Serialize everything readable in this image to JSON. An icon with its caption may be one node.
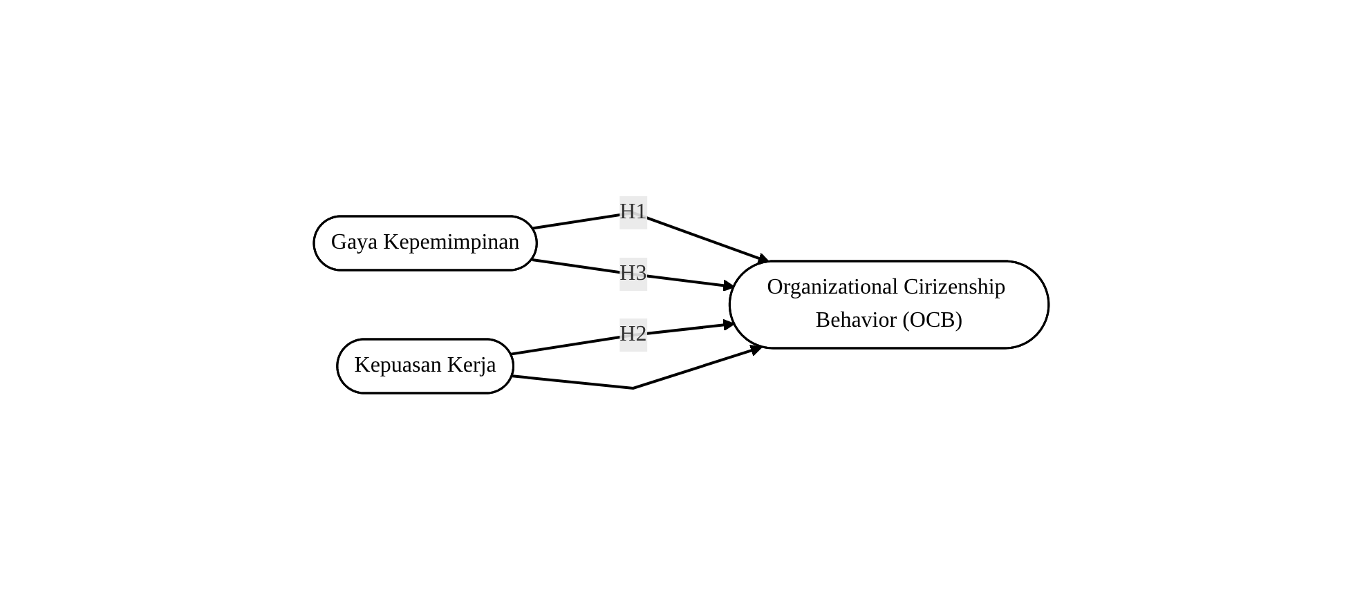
{
  "diagram": {
    "nodes": [
      {
        "text": [
          "Gaya Kepemimpinan"
        ]
      },
      {
        "text": [
          "Kepuasan Kerja"
        ]
      },
      {
        "text": [
          "Organizational Cirizenship Behavior (OCB)"
        ]
      }
    ],
    "edges": [
      {
        "from": 0,
        "to": 2,
        "arrow": "to",
        "label": "H1"
      },
      {
        "from": 1,
        "to": 2,
        "arrow": "to",
        "label": "H2"
      },
      {
        "from": 0,
        "to": 2,
        "arrow": "to",
        "label": "H3"
      },
      {
        "from": 1,
        "to": 2,
        "arrow": "to"
      }
    ]
  }
}
